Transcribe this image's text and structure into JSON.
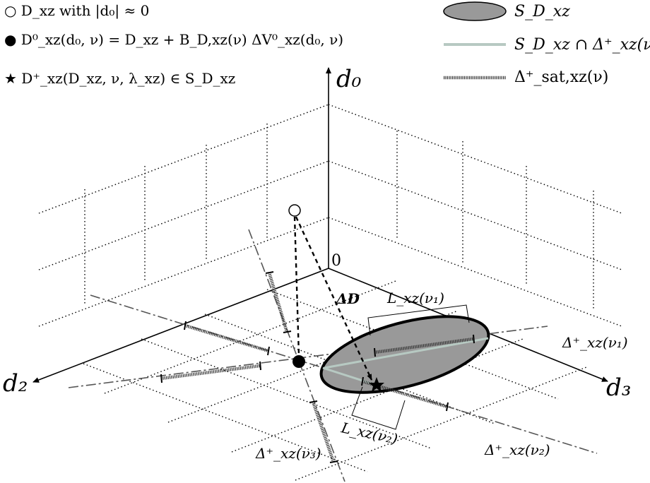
{
  "legend_left": {
    "open_circle": "○  D_xz with |d₀| ≈ 0",
    "filled_circle": "●  D⁰_xz(d₀, ν) = D_xz + B_D,xz(ν) ΔV⁰_xz(d₀, ν)",
    "star": "★  D⁺_xz(D_xz, ν, λ_xz) ∈ S_D_xz"
  },
  "legend_right": {
    "ellipse_label": "S_D_xz",
    "intersection_label": "S_D_xz ∩ Δ⁺_xz(ν)",
    "saturation_label": "Δ⁺_sat,xz(ν)"
  },
  "axes": {
    "d0": "d₀",
    "d2": "d₂",
    "d3": "d₃",
    "origin": "0"
  },
  "labels": {
    "delta_d": "ΔD",
    "L1": "L_xz(ν₁)",
    "L2": "L_xz(ν₂)",
    "delta_nu1": "Δ⁺_xz(ν₁)",
    "delta_nu2": "Δ⁺_xz(ν₂)",
    "delta_nu3": "Δ⁺_xz(ν₃)"
  },
  "colors": {
    "ellipse_fill": "#999999",
    "intersection_line": "#b7c9c2",
    "dashdot_line": "#555555"
  }
}
